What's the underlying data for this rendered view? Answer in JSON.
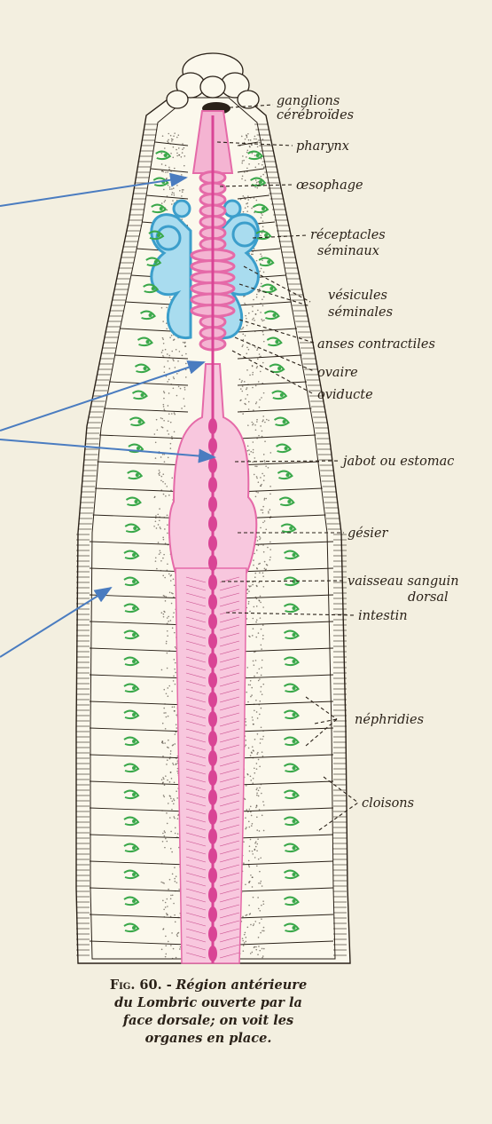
{
  "labels": {
    "ganglions": "ganglions",
    "cerebroides": "cérébroïdes",
    "pharynx": "pharynx",
    "oesophage": "œsophage",
    "receptacles": "réceptacles",
    "seminaux": "séminaux",
    "vesicules": "vésicules",
    "seminales": "séminales",
    "anses": "anses contractiles",
    "ovaire": "ovaire",
    "oviducte": "oviducte",
    "jabot": "jabot ou estomac",
    "gesier": "gésier",
    "vaisseau": "vaisseau sanguin",
    "dorsal": "dorsal",
    "intestin": "intestin",
    "nephridies": "néphridies",
    "cloisons": "cloisons"
  },
  "caption": {
    "fig": "Fig. 60. -",
    "text": "Région antérieure du Lombric ouverte par la face dorsale; on voit les organes en place."
  },
  "colors": {
    "paper": "#f3efe0",
    "pink": "#e56aa8",
    "pink_light": "#f4b4d2",
    "blue": "#7cc4e4",
    "green": "#3aa84a",
    "arrow": "#4a7cc0",
    "ink": "#2a2118"
  }
}
